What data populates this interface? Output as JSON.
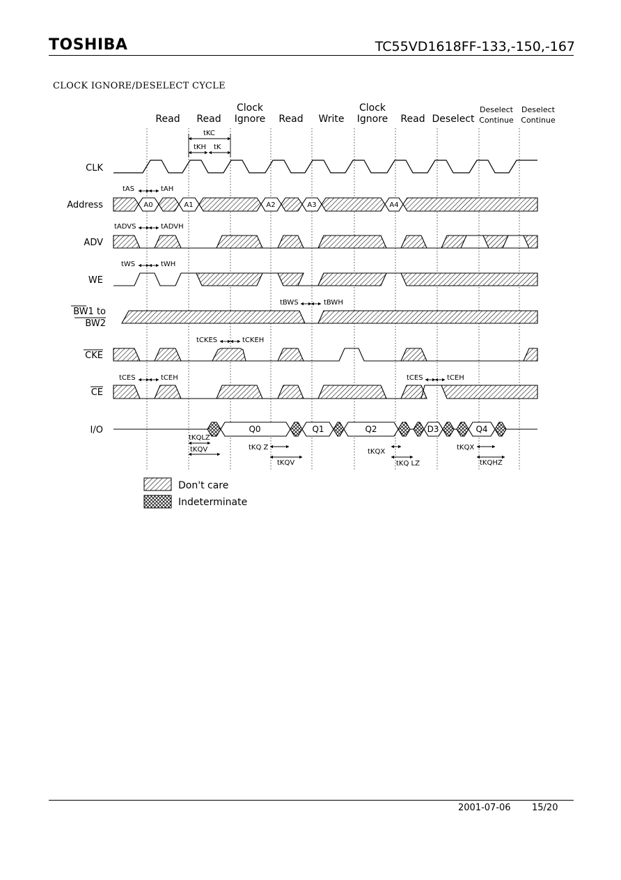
{
  "header": {
    "brand": "TOSHIBA",
    "part_number": "TC55VD1618FF-133,-150,-167"
  },
  "section_title": "CLOCK IGNORE/DESELECT CYCLE",
  "cycles": [
    {
      "line1": "",
      "line2": "Read"
    },
    {
      "line1": "",
      "line2": "Read"
    },
    {
      "line1": "Clock",
      "line2": "Ignore"
    },
    {
      "line1": "",
      "line2": "Read"
    },
    {
      "line1": "",
      "line2": "Write"
    },
    {
      "line1": "Clock",
      "line2": "Ignore"
    },
    {
      "line1": "",
      "line2": "Read"
    },
    {
      "line1": "",
      "line2": "Deselect"
    },
    {
      "line1": "Deselect",
      "line2": "Continue"
    },
    {
      "line1": "Deselect",
      "line2": "Continue"
    }
  ],
  "signals": {
    "clk": "CLK",
    "address": "Address",
    "adv": "ADV",
    "we": "WE",
    "bw_line1": "BW1 to",
    "bw_line2": "BW2",
    "cke": "CKE",
    "ce": "CE",
    "io": "I/O"
  },
  "address_values": [
    "A0",
    "A1",
    "A2",
    "A3",
    "A4"
  ],
  "io_values": [
    "Q0",
    "Q1",
    "Q2",
    "D3",
    "Q4"
  ],
  "timing_labels": {
    "tkc": "tKC",
    "tkh": "tKH",
    "tkl": "tK",
    "tas": "tAS",
    "tah": "tAH",
    "tadvs": "tADVS",
    "tadvh": "tADVH",
    "tws": "tWS",
    "twh": "tWH",
    "tbws": "tBWS",
    "tbwh": "tBWH",
    "tckes": "tCKES",
    "tckeh": "tCKEH",
    "tces": "tCES",
    "tceh": "tCEH",
    "tces2": "tCES",
    "tceh2": "tCEH",
    "tkqlz": "tKQLZ",
    "tkqv": "tKQV",
    "tkqz": "tKQ Z",
    "tkqv2": "tKQV",
    "tkqx": "tKQX",
    "tkqlz2": "tKQ LZ",
    "tkqx2": "tKQX",
    "tkqhz": "tKQHZ"
  },
  "legend": {
    "dont_care": "Don't care",
    "indeterminate": "Indeterminate"
  },
  "footer": {
    "date": "2001-07-06",
    "page": "15/20"
  }
}
